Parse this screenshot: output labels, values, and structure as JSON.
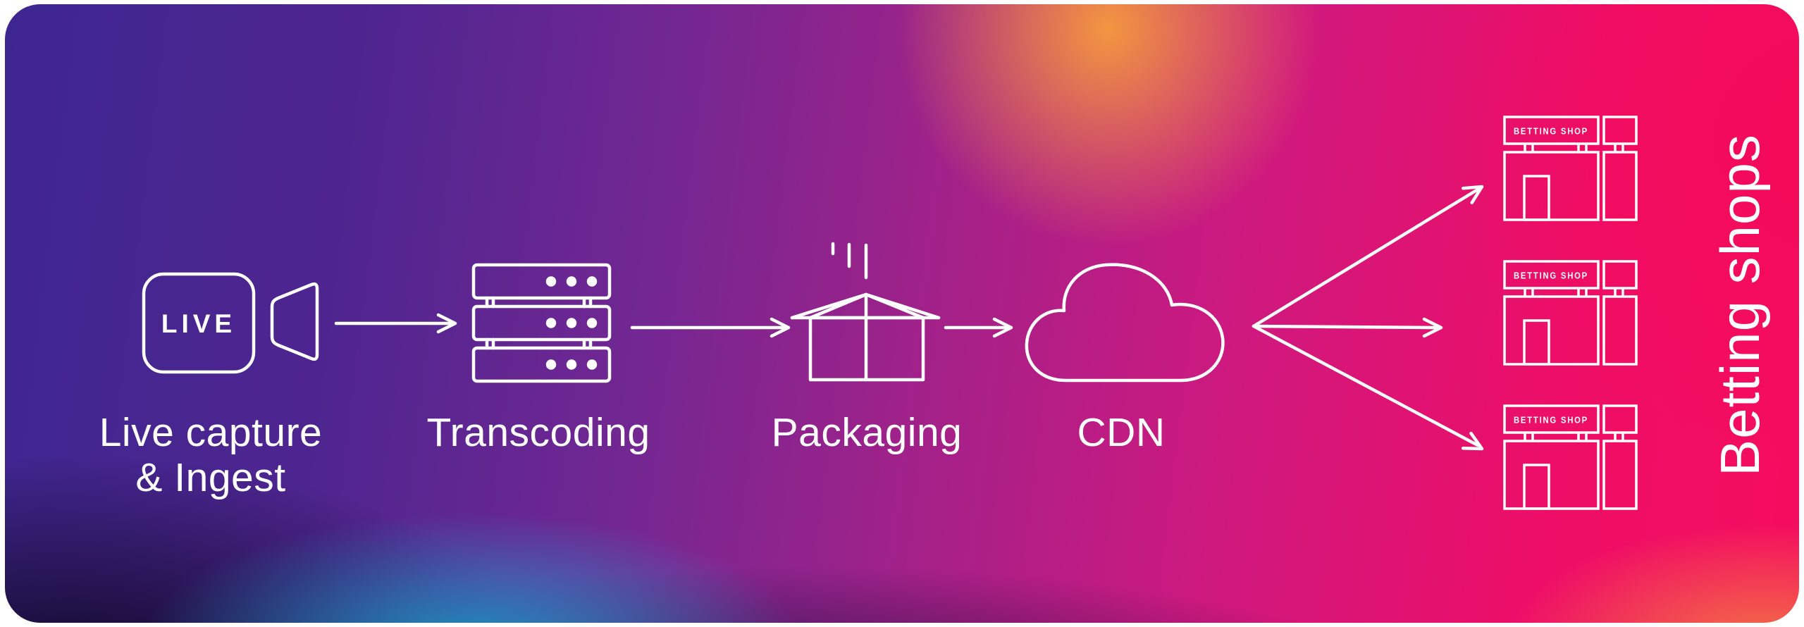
{
  "canvas": {
    "background": "#ffffff"
  },
  "panel": {
    "colors": {
      "indigo_left": "#3e2691",
      "purple_mid": "#722792",
      "magenta": "#a32189",
      "pink_right": "#f50d5e",
      "orange_glow": "#f69d3c",
      "cyan_glow": "#18a8d4",
      "coral_corner": "#f37844",
      "dark_bottom": "#150d38",
      "line_art": "#ffffff"
    }
  },
  "stages": {
    "live": {
      "badge": "LIVE",
      "label_line1": "Live capture",
      "label_line2": "& Ingest",
      "icon": "live-camera-icon"
    },
    "transcoding": {
      "label": "Transcoding",
      "icon": "server-stack-icon"
    },
    "packaging": {
      "label": "Packaging",
      "icon": "open-box-icon"
    },
    "cdn": {
      "label": "CDN",
      "icon": "cloud-icon"
    }
  },
  "destination": {
    "label": "Betting shops",
    "shop_sign": "BETTING SHOP",
    "shop_count": 3
  },
  "flow": {
    "arrow_count": 6,
    "fanout_branches": 3
  }
}
